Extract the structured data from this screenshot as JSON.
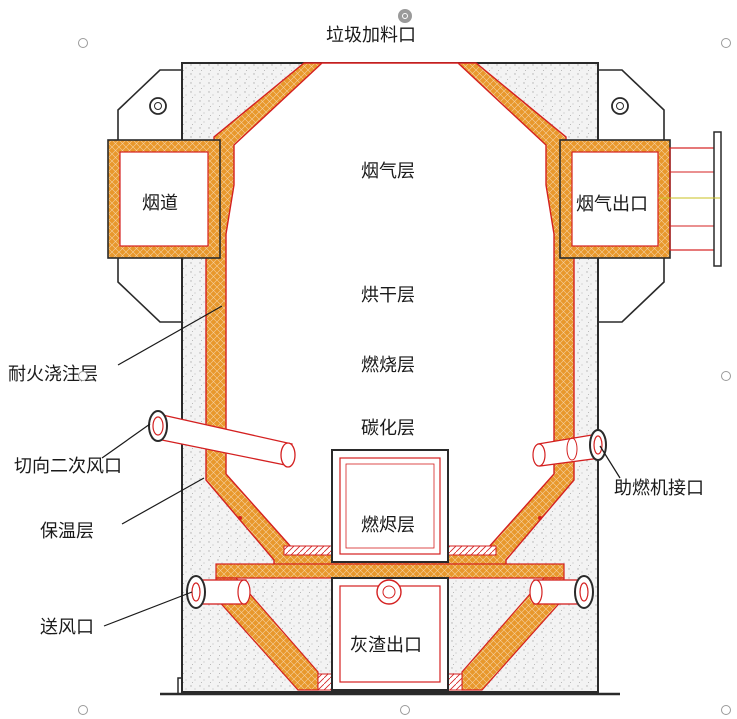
{
  "labels": {
    "feed_inlet": "垃圾加料口",
    "flue_gas_layer": "烟气层",
    "flue": "烟道",
    "flue_gas_outlet": "烟气出口",
    "drying_layer": "烘干层",
    "refractory_castable": "耐火浇注层",
    "combustion_layer": "燃烧层",
    "carbonization_layer": "碳化层",
    "tangential_secondary_air_inlet": "切向二次风口",
    "burner_interface": "助燃机接口",
    "insulation_layer": "保温层",
    "burnout_layer": "燃烬层",
    "air_supply_inlet": "送风口",
    "ash_outlet": "灰渣出口"
  },
  "colors": {
    "refractory_orange": "#e8982c",
    "outline_red": "#d42020",
    "outline_dark": "#2a2a2a",
    "insulation_fill": "#f2f2f2",
    "insulation_speckle": "#b5b5b5"
  }
}
